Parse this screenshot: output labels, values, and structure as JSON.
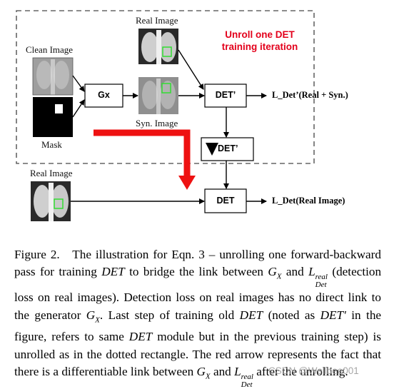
{
  "diagram": {
    "red_note_line1": "Unroll one DET",
    "red_note_line2": "training iteration",
    "clean_image_label": "Clean Image",
    "mask_label": "Mask",
    "real_image_top_label": "Real Image",
    "syn_image_label": "Syn. Image",
    "gx_label": "Gx",
    "det_prime_label": "DET’",
    "det_prime_grad_label": "DET’",
    "det_label": "DET",
    "real_image_bottom_label": "Real Image",
    "output_top": "L_Det’(Real + Syn.)",
    "output_bottom": "L_Det(Real Image)",
    "colors": {
      "red_arrow": "#ee1111",
      "bbox": "#33dd33",
      "dashed": "#666666"
    }
  },
  "caption": {
    "figure_label": "Figure 2.",
    "part1": "The illustration for Eqn. 3 – unrolling one forward-backward pass for training",
    "det1": "DET",
    "part2": "to bridge the link between",
    "gx1": "G",
    "gx1_sub": "X",
    "part3": "and",
    "l1": "L",
    "l1_sup": "real",
    "l1_sub": "Det",
    "part4": "(detection loss on real images). Detection loss on real images has no direct link to the generator",
    "gx2": "G",
    "gx2_sub": "X",
    "part5": ". Last step of training old",
    "det2": "DET",
    "part6": "(noted as",
    "det3": "DET′",
    "part7": "in the figure, refers to same",
    "det4": "DET",
    "part8": "module but in the previous training step) is unrolled as in the dotted rectangle.  The red arrow represents the fact that there is a differentiable link between",
    "gx3": "G",
    "gx3_sub": "X",
    "part9": "and",
    "l2": "L",
    "l2_sup": "real",
    "l2_sub": "Det",
    "part10": "after the unrolling."
  },
  "watermark": "CSDN @Wellbee001"
}
